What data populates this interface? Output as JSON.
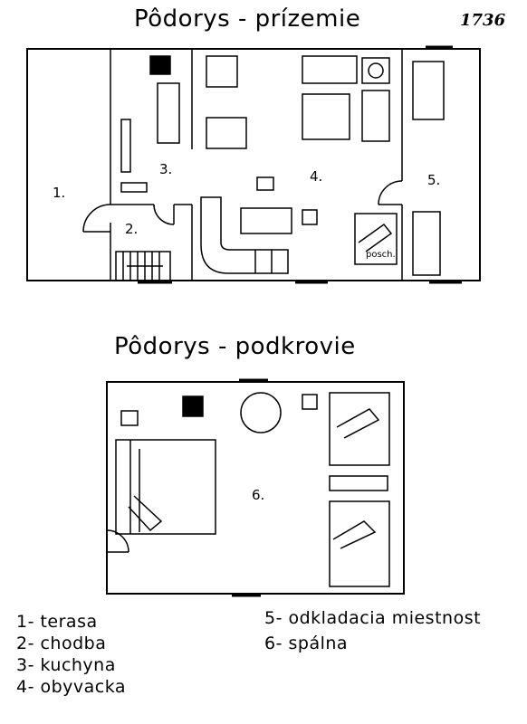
{
  "sheet_number": "1736",
  "ground_floor": {
    "title": "Pôdorys - prízemie",
    "room_labels": [
      "1.",
      "2.",
      "3.",
      "4.",
      "5."
    ],
    "bed_label": "posch."
  },
  "attic": {
    "title": "Pôdorys - podkrovie",
    "room_labels": [
      "6."
    ]
  },
  "legend": {
    "left": [
      "1- terasa",
      "2- chodba",
      "3- kuchyna",
      "4- obyvacka"
    ],
    "right": [
      "5- odkladacia miestnost",
      "6- spálna"
    ]
  }
}
